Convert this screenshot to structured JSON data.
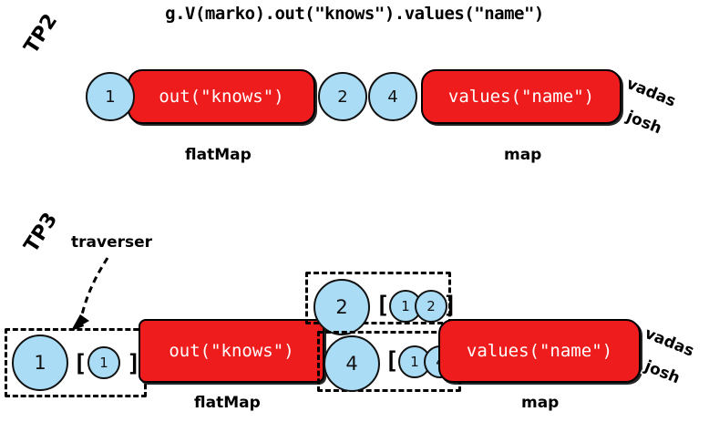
{
  "title": "g.V(marko).out(\"knows\").values(\"name\")",
  "colors": {
    "step_fill": "#ee1c1c",
    "step_text": "#ffffff",
    "traverser_fill": "#aadcf5",
    "stroke": "#000000",
    "background": "#ffffff"
  },
  "rows": {
    "tp2": {
      "label": "TP2",
      "steps": [
        {
          "name": "out-knows-step",
          "text": "out(\"knows\")",
          "caption": "flatMap"
        },
        {
          "name": "values-name-step",
          "text": "values(\"name\")",
          "caption": "map"
        }
      ],
      "traversers": [
        {
          "name": "traverser-1",
          "value": "1"
        },
        {
          "name": "traverser-2",
          "value": "2"
        },
        {
          "name": "traverser-4",
          "value": "4"
        }
      ],
      "outputs": [
        "vadas",
        "josh"
      ]
    },
    "tp3": {
      "label": "TP3",
      "annotation": "traverser",
      "steps": [
        {
          "name": "out-knows-step",
          "text": "out(\"knows\")",
          "caption": "flatMap"
        },
        {
          "name": "values-name-step",
          "text": "values(\"name\")",
          "caption": "map"
        }
      ],
      "traversers": [
        {
          "name": "traverser-in-1",
          "value": "1",
          "path": [
            "1"
          ]
        },
        {
          "name": "traverser-mid-2",
          "value": "2",
          "path": [
            "1",
            "2"
          ]
        },
        {
          "name": "traverser-mid-4",
          "value": "4",
          "path": [
            "1",
            "4"
          ]
        }
      ],
      "bracket_open": "[",
      "bracket_close": "]",
      "outputs": [
        "vadas",
        "josh"
      ]
    }
  }
}
